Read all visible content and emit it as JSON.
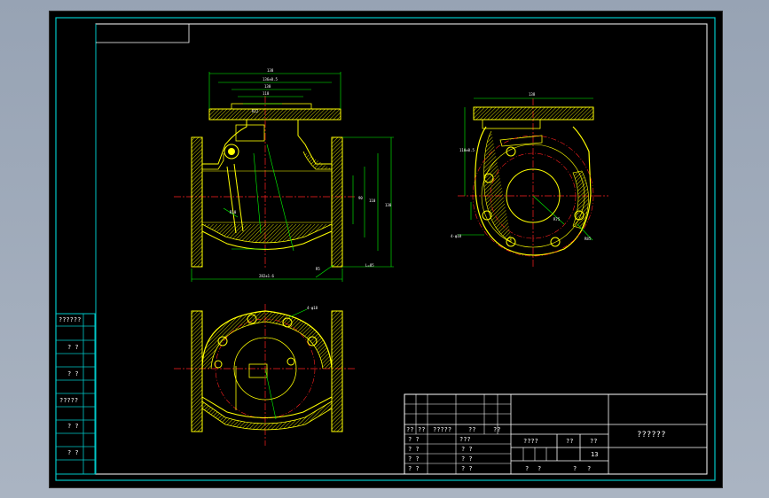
{
  "colors": {
    "frame": "#ffffff",
    "table": "#00c8c8",
    "part": "#ffff00",
    "dimension": "#00ff00",
    "centerline": "#ff2020",
    "hatch": "#ffff00",
    "background": "#000000",
    "chrome": "#a7b1c0"
  },
  "side_table": {
    "labels": [
      "??????",
      "? ?",
      "? ?",
      "?????",
      "? ?",
      "? ?"
    ]
  },
  "title_block": {
    "drawing_name": "??????",
    "header_row": [
      "??",
      "??",
      "?????",
      "??",
      "??"
    ],
    "scale_labels": [
      "????",
      "??",
      "??"
    ],
    "sheet_value": "13",
    "left_rows": [
      "? ?",
      "? ?",
      "? ?",
      "? ?"
    ],
    "mid_rows": [
      "???",
      "? ?",
      "? ?",
      "? ?"
    ],
    "bottom_labels": [
      "?",
      "?",
      "?",
      "?"
    ]
  },
  "icons": {
    "drawing_sheet": "technical-drawing",
    "valve_front": "swing-check-valve-section",
    "valve_side": "valve-flange-side-view",
    "valve_top": "valve-top-section"
  }
}
